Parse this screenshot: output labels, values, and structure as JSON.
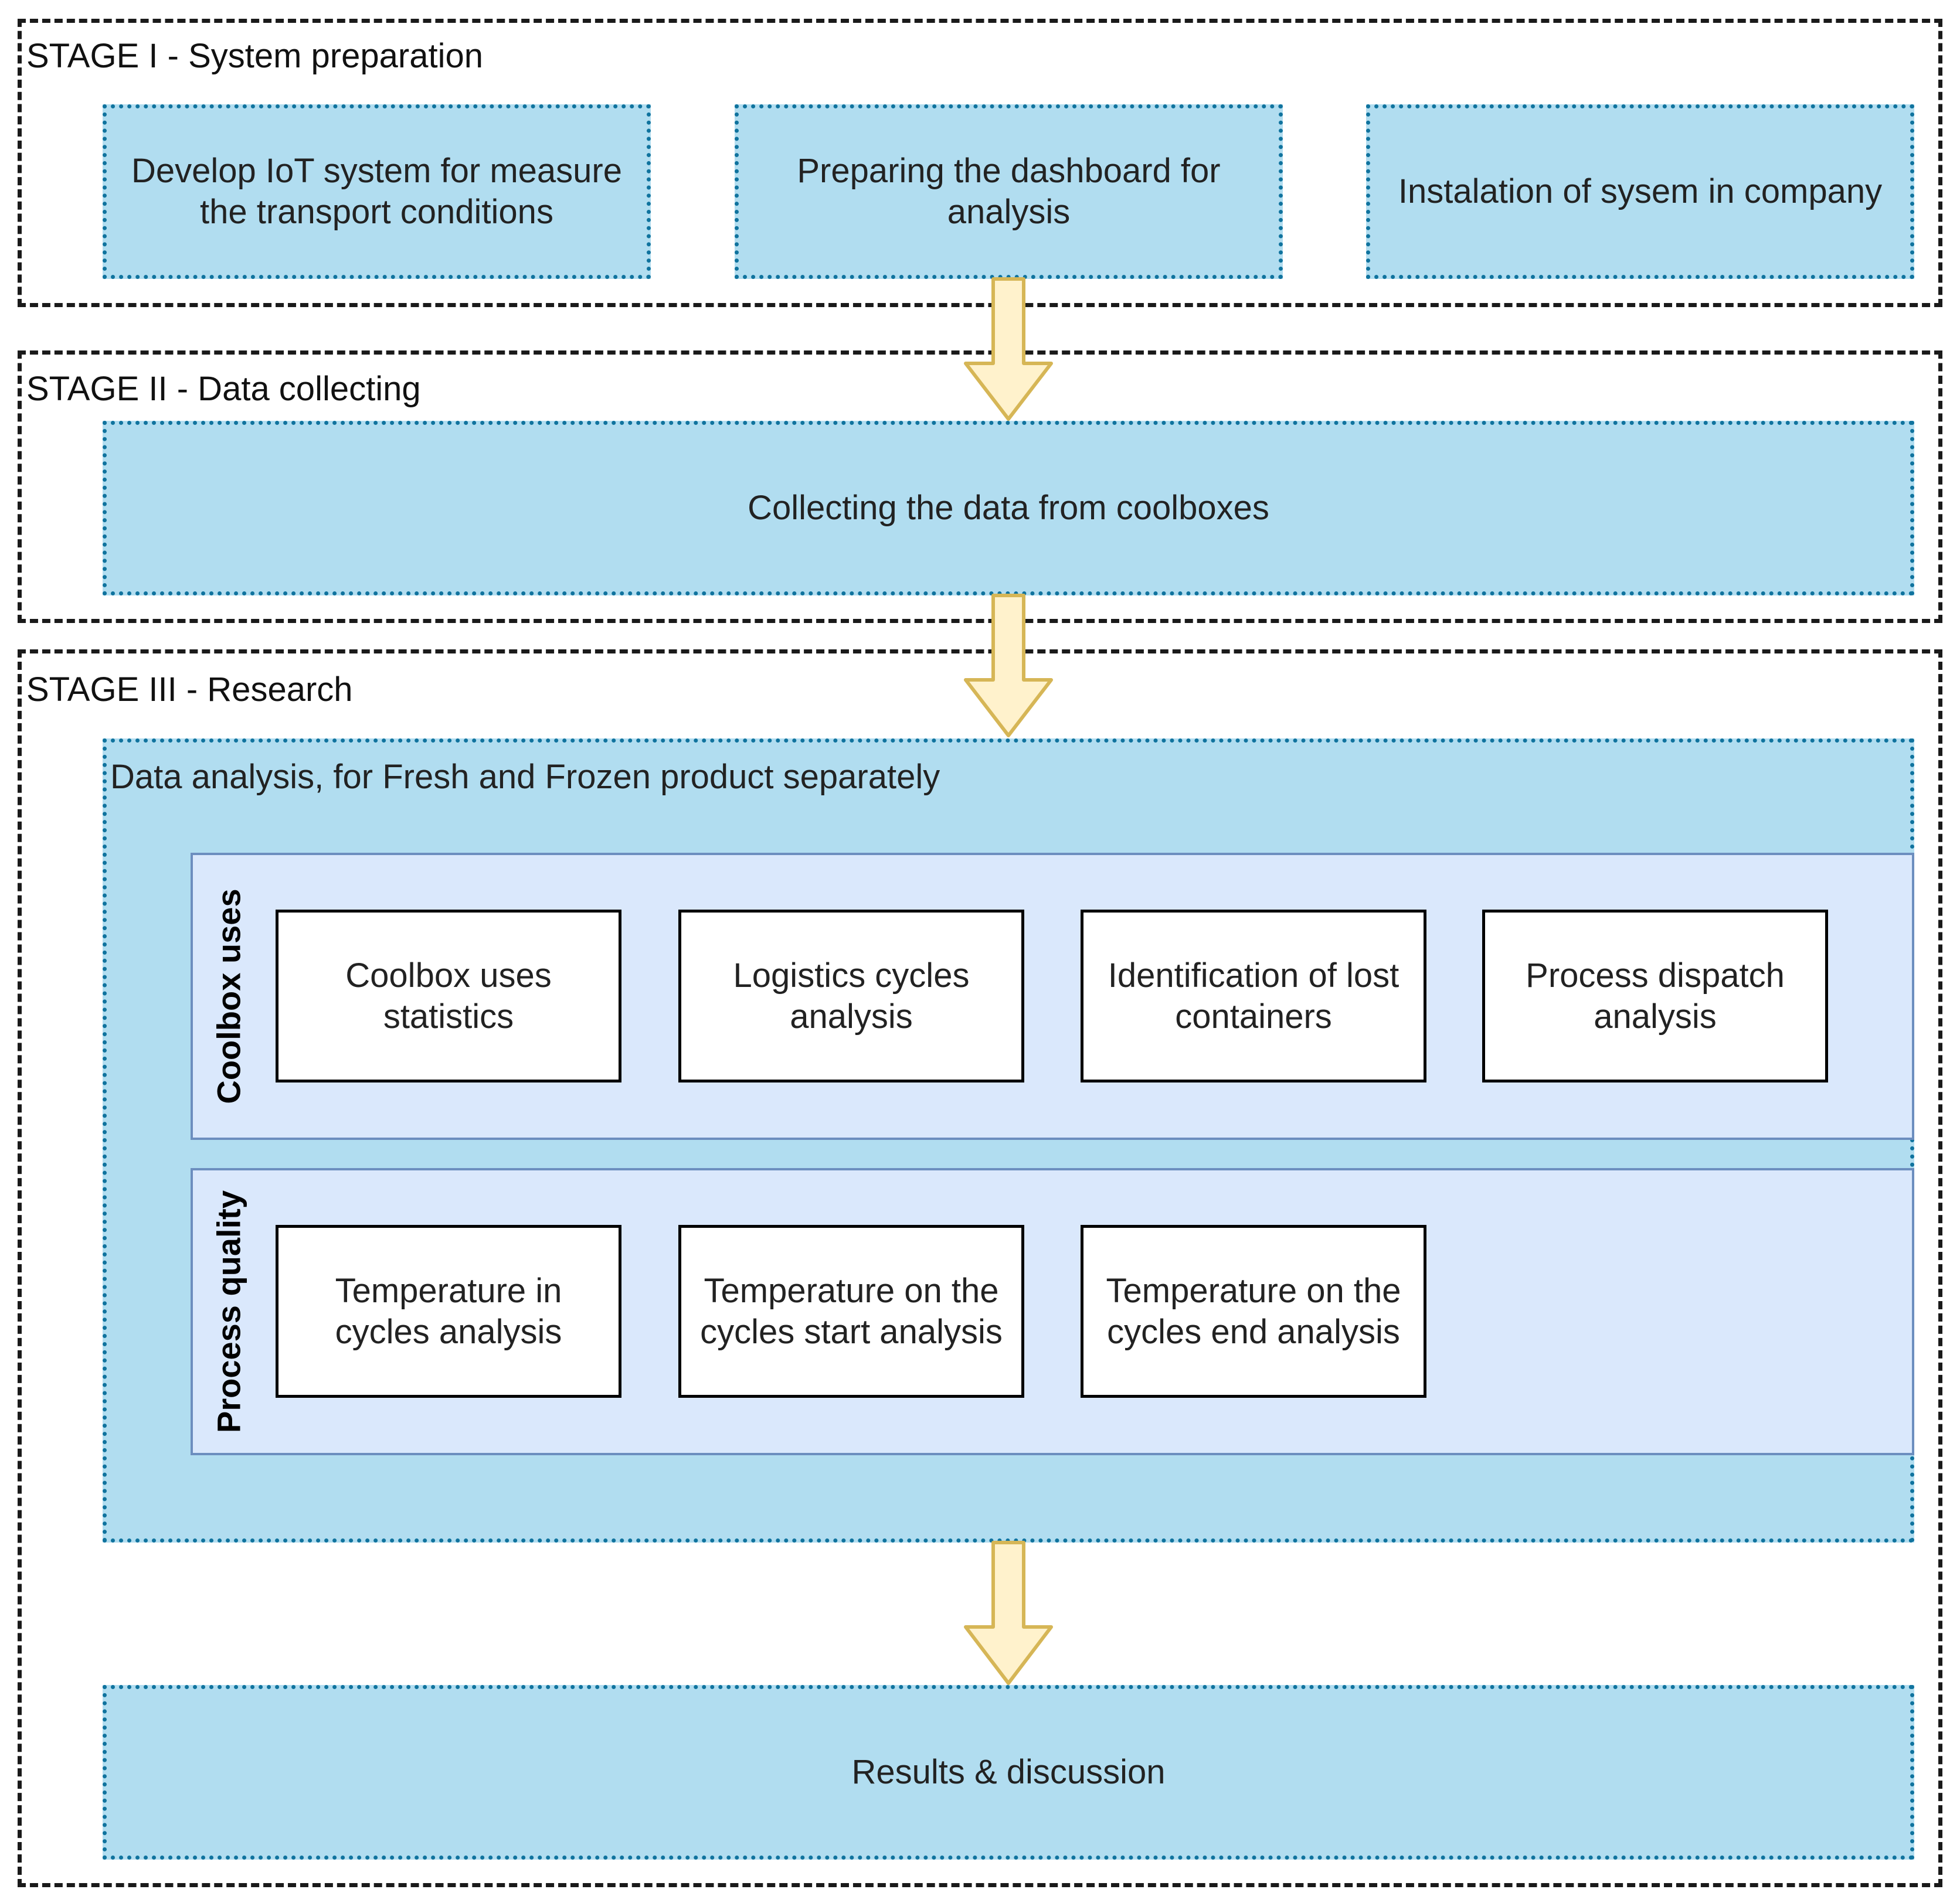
{
  "stage1": {
    "title": "STAGE I - System preparation",
    "boxes": [
      "Develop IoT system for measure the transport conditions",
      "Preparing the dashboard for analysis",
      "Instalation of sysem in company"
    ]
  },
  "stage2": {
    "title": "STAGE II - Data collecting",
    "box": "Collecting the data from coolboxes"
  },
  "stage3": {
    "title": "STAGE III - Research",
    "analysis_title": "Data analysis, for Fresh and Frozen product separately",
    "coolbox_uses": {
      "label": "Coolbox uses",
      "boxes": [
        "Coolbox uses statistics",
        "Logistics cycles analysis",
        "Identification of lost containers",
        "Process dispatch analysis"
      ]
    },
    "process_quality": {
      "label": "Process quality",
      "boxes": [
        "Temperature in cycles analysis",
        "Temperature on the cycles start analysis",
        "Temperature on the cycles end analysis"
      ]
    },
    "results": "Results & discussion"
  },
  "colors": {
    "blue_fill": "#b1ddf0",
    "blue_border": "#10739e",
    "panel_fill": "#dae8fc",
    "panel_border": "#6c8ebf",
    "arrow_fill": "#fff2cc",
    "arrow_stroke": "#d6b656"
  }
}
